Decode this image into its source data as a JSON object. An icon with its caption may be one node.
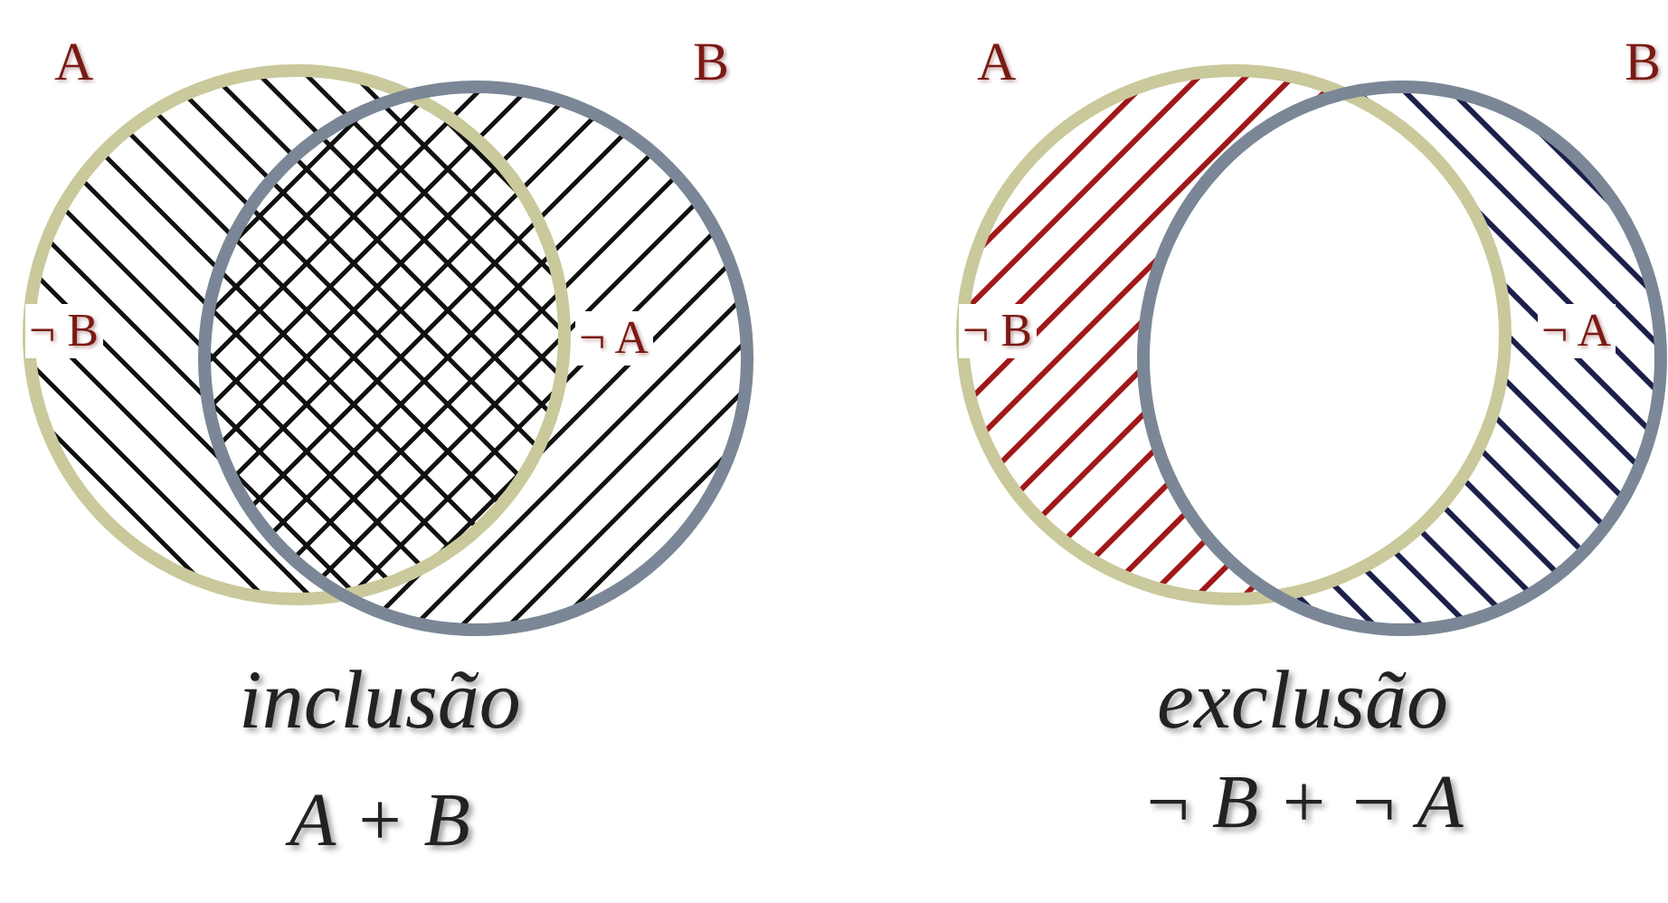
{
  "diagram": {
    "nodes": [
      {
        "text": [
          "A",
          "¬ B"
        ]
      },
      {
        "text": [
          "B",
          "¬ A"
        ]
      },
      {
        "text": [
          "A",
          "¬ B"
        ]
      },
      {
        "text": [
          "B",
          "¬ A"
        ]
      }
    ],
    "labels": [
      "inclusão",
      "A + B",
      "exclusão",
      "¬ B + ¬ A"
    ]
  }
}
